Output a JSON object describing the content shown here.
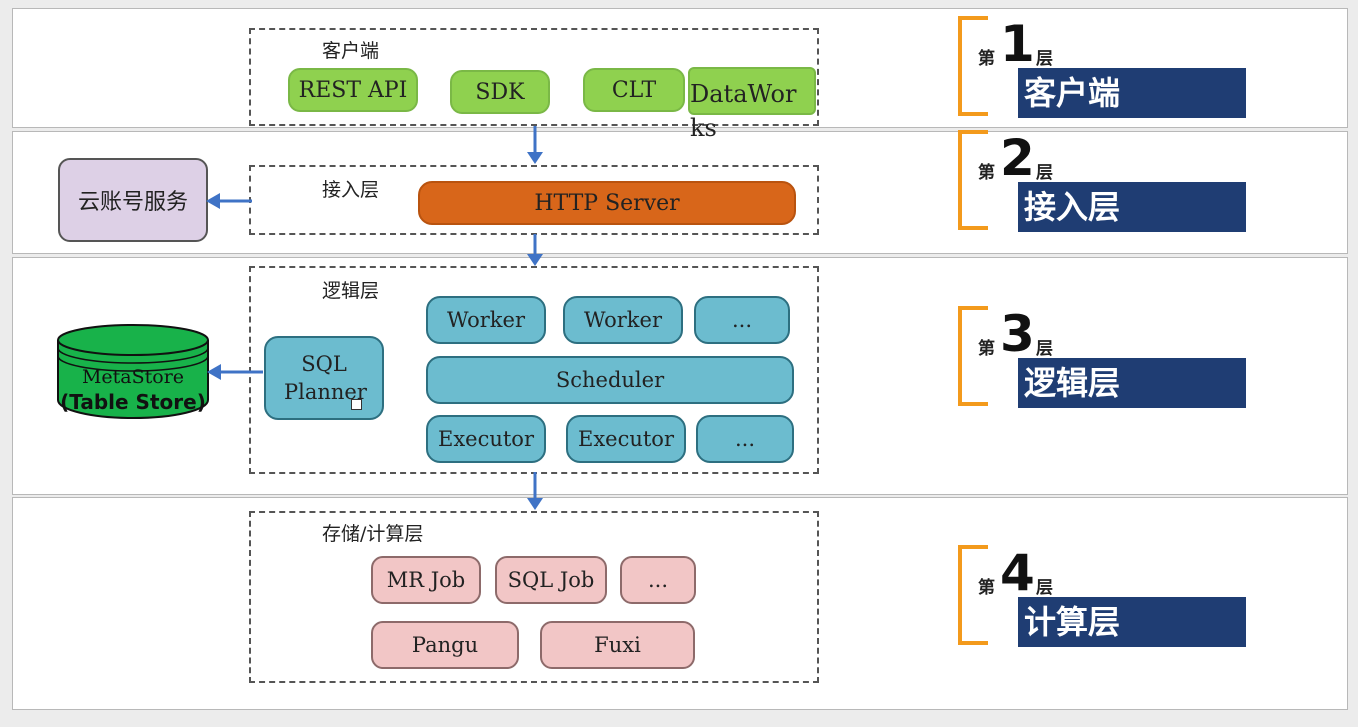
{
  "layers": [
    {
      "di": "第",
      "num": "1",
      "ceng": "层",
      "name": "客户端"
    },
    {
      "di": "第",
      "num": "2",
      "ceng": "层",
      "name": "接入层"
    },
    {
      "di": "第",
      "num": "3",
      "ceng": "层",
      "name": "逻辑层"
    },
    {
      "di": "第",
      "num": "4",
      "ceng": "层",
      "name": "计算层"
    }
  ],
  "client": {
    "label": "客户端",
    "items": [
      "REST API",
      "SDK",
      "CLT",
      "DataWorks"
    ]
  },
  "access": {
    "label": "接入层",
    "server": "HTTP Server",
    "side": "云账号服务"
  },
  "logic": {
    "label": "逻辑层",
    "planner": "SQL Planner",
    "workers": [
      "Worker",
      "Worker",
      "..."
    ],
    "scheduler": "Scheduler",
    "executors": [
      "Executor",
      "Executor",
      "..."
    ],
    "metastore": "MetaStore",
    "metastore_sub": "(Table Store)"
  },
  "storage": {
    "label": "存储/计算层",
    "jobs": [
      "MR Job",
      "SQL Job",
      "..."
    ],
    "bottom": [
      "Pangu",
      "Fuxi"
    ]
  },
  "colors": {
    "accent_orange": "#f39a1c",
    "layer_blue": "#1f3d73",
    "green": "#8fd14f",
    "server": "#d8661a",
    "worker": "#6cbccf",
    "job": "#f2c6c6",
    "arrow": "#3f73c6",
    "metastore": "#18b24a"
  }
}
